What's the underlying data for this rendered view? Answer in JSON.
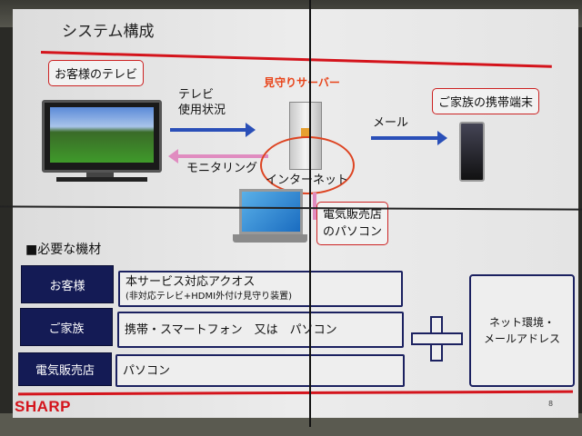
{
  "slide": {
    "title": "システム構成",
    "customer_tv_label": "お客様のテレビ",
    "tv_usage_label_1": "テレビ",
    "tv_usage_label_2": "使用状況",
    "monitoring_label": "モニタリング",
    "server_label": "見守りサーバー",
    "internet_label": "インターネット",
    "mail_label": "メール",
    "family_device_label": "ご家族の携帯端末",
    "store_pc_label_1": "電気販売店",
    "store_pc_label_2": "のパソコン",
    "required_heading": "■必要な機材",
    "rows": [
      {
        "label": "お客様",
        "content": "本サービス対応アクオス",
        "note": "(非対応テレビ+HDMI外付け見守り装置)"
      },
      {
        "label": "ご家族",
        "content": "携帯・スマートフォン　又は　パソコン"
      },
      {
        "label": "電気販売店",
        "content": "パソコン"
      }
    ],
    "extra_1": "ネット環境・",
    "extra_2": "メールアドレス",
    "logo": "SHARP",
    "page_number": "8"
  },
  "colors": {
    "accent_red": "#d4141c",
    "navy": "#141b55",
    "blue_arrow": "#2a4fb8",
    "pink_arrow": "#e08cc0",
    "server_orange": "#e8441a"
  }
}
